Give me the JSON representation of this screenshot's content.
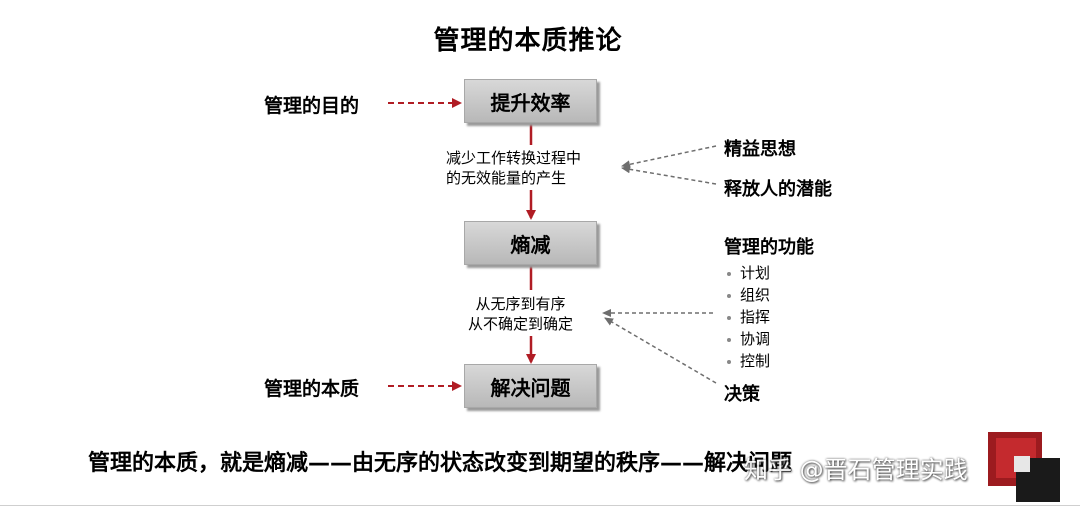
{
  "title": "管理的本质推论",
  "boxes": {
    "efficiency": "提升效率",
    "entropy": "熵减",
    "solve": "解决问题"
  },
  "left_labels": {
    "purpose": "管理的目的",
    "essence": "管理的本质"
  },
  "notes": {
    "note1_line1": "减少工作转换过程中",
    "note1_line2": "的无效能量的产生",
    "note2_line1": "从无序到有序",
    "note2_line2": "从不确定到确定"
  },
  "right": {
    "lean": "精益思想",
    "release": "释放人的潜能",
    "functions_title": "管理的功能",
    "functions": [
      "计划",
      "组织",
      "指挥",
      "协调",
      "控制"
    ],
    "decision": "决策"
  },
  "conclusion": "管理的本质，就是熵减——由无序的状态改变到期望的秩序——解决问题",
  "watermark": "知乎 @晋石管理实践",
  "colors": {
    "arrow_red": "#b01c24",
    "dashed_gray": "#6e6e6e",
    "logo_red": "#9c1b1f"
  }
}
